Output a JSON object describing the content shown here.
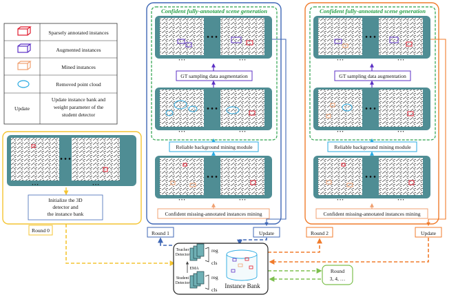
{
  "legend": {
    "items": [
      {
        "icon": "red-box-icon",
        "label": "Sparsely annotated instances",
        "color": "#e0182b"
      },
      {
        "icon": "purple-box-icon",
        "label": "Augmented instances",
        "color": "#5b2fc4"
      },
      {
        "icon": "orange-box-icon",
        "label": "Mined instances",
        "color": "#f0a070"
      },
      {
        "icon": "blue-ellipse-icon",
        "label": "Removed point cloud",
        "color": "#27a9e1"
      }
    ],
    "update_key": "Update",
    "update_desc_line1": "Update instance bank and",
    "update_desc_line2": "weight parameter of the",
    "update_desc_line3": "student detector"
  },
  "round0": {
    "init_line1": "Initialize the 3D",
    "init_line2": "detector and",
    "init_line3": "the instance bank",
    "label": "Round 0"
  },
  "round1": {
    "title": "Confident fully-annotated scene generation",
    "gt_sampling": "GT sampling data augmentation",
    "reliable": "Reliable background mining module",
    "missing": "Confident missing-annotated instances mining",
    "label": "Round 1",
    "update": "Update"
  },
  "round2": {
    "title": "Confident fully-annotated scene generation",
    "gt_sampling": "GT sampling data augmentation",
    "reliable": "Reliable background mining module",
    "missing": "Confident missing-annotated instances mining",
    "label": "Round 2",
    "update": "Update"
  },
  "bank": {
    "teacher_line1": "Teacher",
    "teacher_line2": "Detector",
    "student_line1": "Student",
    "student_line2": "Detector",
    "ema": "EMA",
    "reg": "reg",
    "cls": "cls",
    "instance_bank": "Instance Bank"
  },
  "round_n": {
    "line1": "Round",
    "line2": "3, 4, …"
  },
  "ellipsis": "• • •",
  "colors": {
    "teal": "#4f8d94",
    "blue": "#3f67b5",
    "orange": "#f07b2b",
    "yellow": "#f4c431",
    "green": "#2aa14a",
    "light_green": "#7dbf4e"
  }
}
